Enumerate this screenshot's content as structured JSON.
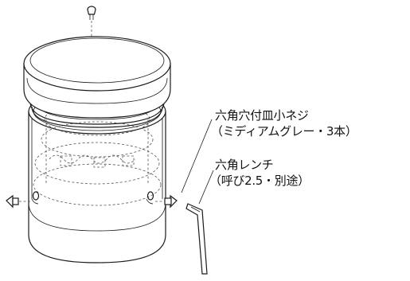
{
  "callouts": {
    "screw": {
      "name": "六角穴付皿小ネジ",
      "detail": "（ミディアムグレー・3本）"
    },
    "wrench": {
      "name": "六角レンチ",
      "detail": "（呼び2.5・別途）"
    }
  },
  "colors": {
    "line": "#1a1a1a",
    "hidden_line": "#555555",
    "background": "#ffffff"
  }
}
